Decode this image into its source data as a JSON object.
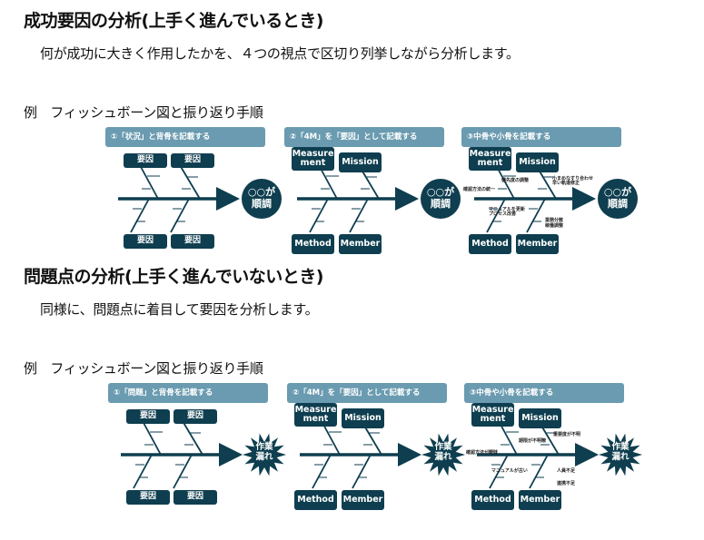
{
  "section1": {
    "title": "成功要因の分析(上手く進んでいるとき)",
    "lead": "何が成功に大きく作用したかを、４つの視点で区切り列挙しながら分析します。",
    "example": "例　フィッシュボーン図と振り返り手順",
    "panels": [
      {
        "header": "①「状況」と背骨を記載する",
        "boxes": [
          "要因",
          "要因",
          "要因",
          "要因"
        ],
        "goal": [
          "○○が",
          "順調"
        ]
      },
      {
        "header": "②「4M」を「要因」として記載する",
        "boxes": [
          "Measure ment",
          "Mission",
          "Method",
          "Member"
        ],
        "goal": [
          "○○が",
          "順調"
        ]
      },
      {
        "header": "③中骨や小骨を記載する",
        "boxes": [
          "Measure ment",
          "Mission",
          "Method",
          "Member"
        ],
        "goal": [
          "○○が",
          "順調"
        ],
        "notes": [
          "優先度の調整",
          "確認方法の統一",
          "小まめなすり合わせ",
          "早い軌道修正",
          "マニュアルを更新",
          "プロセス改善",
          "業務分散",
          "稼働調整"
        ]
      }
    ]
  },
  "section2": {
    "title": "問題点の分析(上手く進んでいないとき)",
    "lead": "同様に、問題点に着目して要因を分析します。",
    "example": "例　フィッシュボーン図と振り返り手順",
    "panels": [
      {
        "header": "①「問題」と背骨を記載する",
        "boxes": [
          "要因",
          "要因",
          "要因",
          "要因"
        ],
        "goal": [
          "作業",
          "漏れ"
        ]
      },
      {
        "header": "②「4M」を「要因」として記載する",
        "boxes": [
          "Measure ment",
          "Mission",
          "Method",
          "Member"
        ],
        "goal": [
          "作業",
          "漏れ"
        ]
      },
      {
        "header": "③中骨や小骨を記載する",
        "boxes": [
          "Measure ment",
          "Mission",
          "Method",
          "Member"
        ],
        "goal": [
          "作業",
          "漏れ"
        ],
        "notes": [
          "期限が不明瞭",
          "重要度が不明",
          "確認方法が曖昧",
          "マニュアルが古い",
          "人員不足",
          "連携不足"
        ]
      }
    ]
  },
  "colors": {
    "dark": "#0e3e4f",
    "header": "#6a9bb0"
  }
}
